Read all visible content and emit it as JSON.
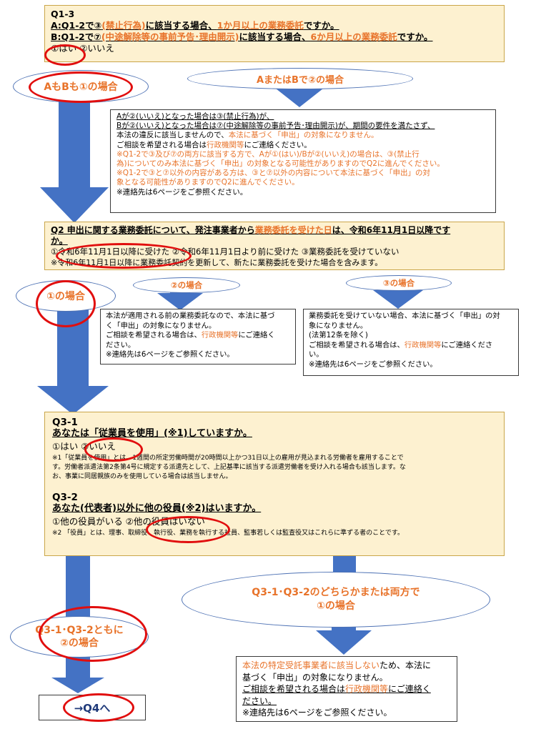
{
  "q13": {
    "title": "Q1-3",
    "a_pre": "A:Q1-2で③",
    "a_orange1": "(禁止行為)",
    "a_mid": "に該当する場合、",
    "a_orange2": "1か月以上の業務委託",
    "a_post": "ですか。",
    "b_pre": "B:Q1-2で⑦",
    "b_orange1": "(中途解除等の事前予告･理由開示)",
    "b_mid": "に該当する場合、",
    "b_orange2": "6か月以上の業務委託",
    "b_post": "ですか。",
    "opt_yes": "①はい",
    "opt_no": "②いいえ"
  },
  "oval_ab1": "AもBも①の場合",
  "oval_ab2": "AまたはBで②の場合",
  "box1": {
    "l1": "Aが②(いいえ)となった場合は③(禁止行為)が、",
    "l2": "Bが②(いいえ)となった場合は⑦(中途解除等の事前予告･理由開示)が、期間の要件を満たさず、",
    "l3_pre": "本法の違反に該当しませんので、",
    "l3_orange": "本法に基づく「申出」の対象になりません。",
    "l4_pre": "ご相談を希望される場合は",
    "l4_orange": "行政機関等",
    "l4_post": "にご連絡ください。",
    "l5": "※Q1-2で③及び⑦の両方に該当する方で、Aが①(はい)/Bが②(いいえ)の場合は、③(禁止行",
    "l6": "為)についてのみ本法に基づく「申出」の対象となる可能性がありますのでQ2に進んでください。",
    "l7": "※Q1-2で③と⑦以外の内容がある方は、③と⑦以外の内容について本法に基づく「申出」の対",
    "l8": "象となる可能性がありますのでQ2に進んでください。",
    "l9": "※連絡先は6ページをご参照ください。"
  },
  "q2": {
    "t_pre": "Q2  申出に関する業務委託について、発注事業者から",
    "t_orange": "業務委託を受けた日",
    "t_post": "は、令和6年11月1日以降です",
    "t_line2": "か。",
    "options": "①令和6年11月1日以降に受けた  ②令和6年11月1日より前に受けた  ③業務委託を受けていない",
    "note": "※令和6年11月1日以降に業務委託契約を更新して、新たに業務委託を受けた場合を含みます。"
  },
  "oval_q2_1": "①の場合",
  "oval_q2_2": "②の場合",
  "oval_q2_3": "③の場合",
  "box2": {
    "l1": "本法が適用される前の業務委託なので、本法に基づ",
    "l2": "く「申出」の対象になりません。",
    "l3_pre": "ご相談を希望される場合は、",
    "l3_orange": "行政機関等",
    "l3_post": "にご連絡く",
    "l4": "ださい。",
    "l5": "※連絡先は6ページをご参照ください。"
  },
  "box3": {
    "l1": "業務委託を受けていない場合、本法に基づく「申出」の対",
    "l2": "象になりません。",
    "l3": "(法第12条を除く)",
    "l4_pre": "ご相談を希望される場合は、",
    "l4_orange": "行政機関等",
    "l4_post": "にご連絡くださ",
    "l5": "い。",
    "l6": "※連絡先は6ページをご参照ください。"
  },
  "q3": {
    "t1": "Q3-1",
    "t1_q": "あなたは「従業員を使用」(※1)していますか。",
    "t1_opts": "①はい  ②いいえ",
    "n1_l1": "※1「従業員を使用」とは、1週間の所定労働時間が20時間以上かつ31日以上の雇用が見込まれる労働者を雇用することで",
    "n1_l2": "す。労働者派遣法第2条第4号に規定する派遣先として、上記基準に該当する派遣労働者を受け入れる場合も該当します。な",
    "n1_l3": "お、事業に同居親族のみを使用している場合は該当しません。",
    "t2": "Q3-2",
    "t2_q": "あなた(代表者)以外に他の役員(※2)はいますか。",
    "t2_opts": "①他の役員がいる  ②他の役員はいない",
    "n2": "※2 「役員」とは、理事、取締役、執行役、業務を執行する社員、監事若しくは監査役又はこれらに準ずる者のことです。"
  },
  "oval_q3_either": {
    "l1": "Q3-1･Q3-2のどちらかまたは両方で",
    "l2": "①の場合"
  },
  "oval_q3_both": {
    "l1": "Q3-1･Q3-2ともに",
    "l2": "②の場合"
  },
  "q4": "→Q4へ",
  "box4": {
    "l1_orange": "本法の特定受託事業者に該当しない",
    "l1_post": "ため、本法に",
    "l2": "基づく「申出」の対象になりません。",
    "l3_pre": "ご相談を希望される場合は",
    "l3_orange": "行政機関等",
    "l3_post": "にご連絡く",
    "l4": "ださい。",
    "l5": "※連絡先は6ページをご参照ください。"
  },
  "colors": {
    "orange": "#e8732a",
    "blue_arrow": "#4472c4",
    "red_circle": "#e10e0e",
    "yellow_box": "#fdf1d0"
  }
}
